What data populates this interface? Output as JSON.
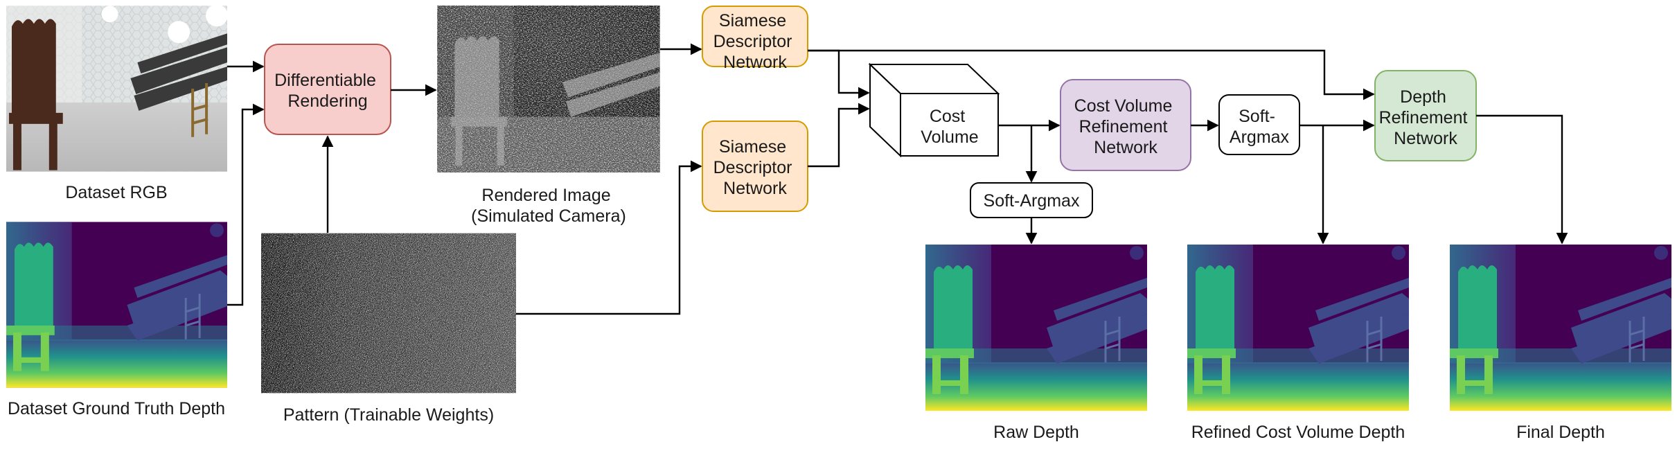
{
  "colors": {
    "render_fill": "#f8cecc",
    "render_stroke": "#b85450",
    "siamese_fill": "#ffe6cc",
    "siamese_stroke": "#d79b00",
    "refine_fill": "#e1d5e7",
    "refine_stroke": "#9673a6",
    "depth_fill": "#d5e8d4",
    "depth_stroke": "#82b366",
    "plain_fill": "#ffffff",
    "plain_stroke": "#000000",
    "depth_map_far": "#440154",
    "depth_map_mid": "#21918c",
    "depth_map_near": "#fde725"
  },
  "nodes": {
    "differentiable_rendering": [
      "Differentiable",
      "Rendering"
    ],
    "siamese_top": [
      "Siamese",
      "Descriptor",
      "Network"
    ],
    "siamese_bottom": [
      "Siamese",
      "Descriptor",
      "Network"
    ],
    "cost_volume": [
      "Cost",
      "Volume"
    ],
    "cost_volume_refinement": [
      "Cost Volume",
      "Refinement",
      "Network"
    ],
    "soft_argmax_right": [
      "Soft-",
      "Argmax"
    ],
    "soft_argmax_lower": [
      "Soft-Argmax"
    ],
    "depth_refinement": [
      "Depth",
      "Refinement",
      "Network"
    ]
  },
  "images": {
    "dataset_rgb": {
      "icon": "rgb-scene-image",
      "caption": [
        "Dataset RGB"
      ]
    },
    "dataset_depth": {
      "icon": "depth-map-image",
      "caption": [
        "Dataset Ground Truth Depth"
      ]
    },
    "rendered_image": {
      "icon": "speckle-scene-image",
      "caption": [
        "Rendered Image",
        "(Simulated Camera)"
      ]
    },
    "pattern": {
      "icon": "noise-pattern-image",
      "caption": [
        "Pattern (Trainable Weights)"
      ]
    },
    "raw_depth": {
      "icon": "depth-map-image",
      "caption": [
        "Raw Depth"
      ]
    },
    "refined_depth": {
      "icon": "depth-map-image",
      "caption": [
        "Refined Cost Volume Depth"
      ]
    },
    "final_depth": {
      "icon": "depth-map-image",
      "caption": [
        "Final Depth"
      ]
    }
  }
}
